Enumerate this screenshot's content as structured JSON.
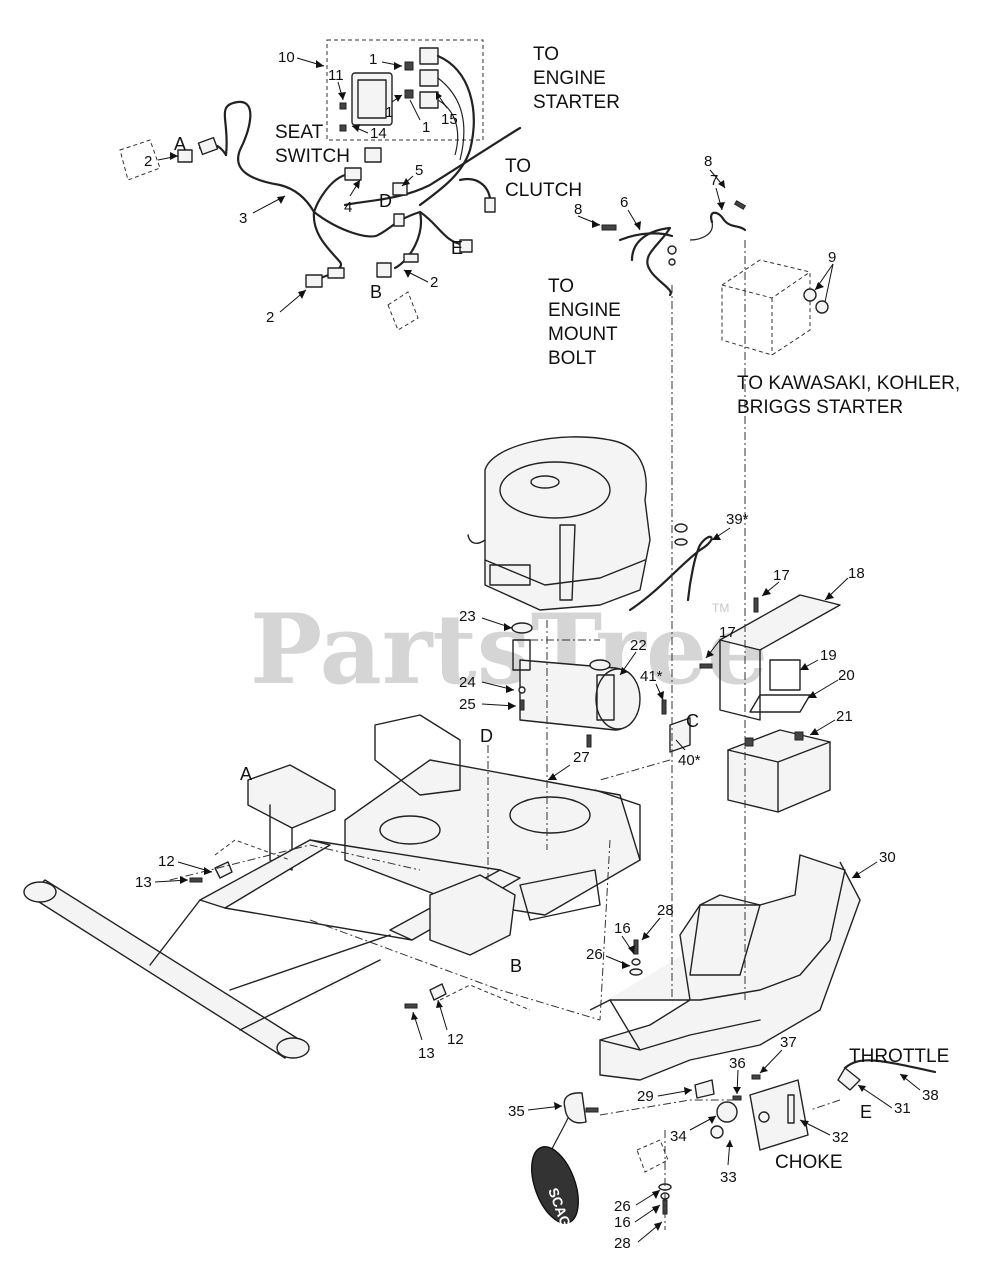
{
  "watermark": {
    "text": "PartsTree",
    "tm": "TM"
  },
  "labels": {
    "to_engine_starter": [
      "TO",
      "ENGINE",
      "STARTER"
    ],
    "seat_switch": [
      "SEAT",
      "SWITCH"
    ],
    "to_clutch": [
      "TO",
      "CLUTCH"
    ],
    "to_engine_mount_bolt": [
      "TO",
      "ENGINE",
      "MOUNT",
      "BOLT"
    ],
    "to_starter_brands": [
      "TO KAWASAKI, KOHLER,",
      "BRIGGS STARTER"
    ],
    "throttle": "THROTTLE",
    "choke": "CHOKE",
    "key_fob_brand": "SCAG"
  },
  "connection_letters": [
    "A",
    "B",
    "C",
    "D",
    "E"
  ],
  "callouts": [
    "10",
    "11",
    "1",
    "1",
    "1",
    "14",
    "15",
    "2",
    "2",
    "2",
    "3",
    "4",
    "5",
    "6",
    "7",
    "8",
    "8",
    "9",
    "39*",
    "17",
    "17",
    "18",
    "19",
    "20",
    "21",
    "22",
    "23",
    "24",
    "25",
    "41*",
    "40*",
    "27",
    "30",
    "12",
    "12",
    "13",
    "13",
    "16",
    "16",
    "26",
    "26",
    "28",
    "28",
    "29",
    "31",
    "32",
    "33",
    "34",
    "35",
    "36",
    "37",
    "38"
  ]
}
